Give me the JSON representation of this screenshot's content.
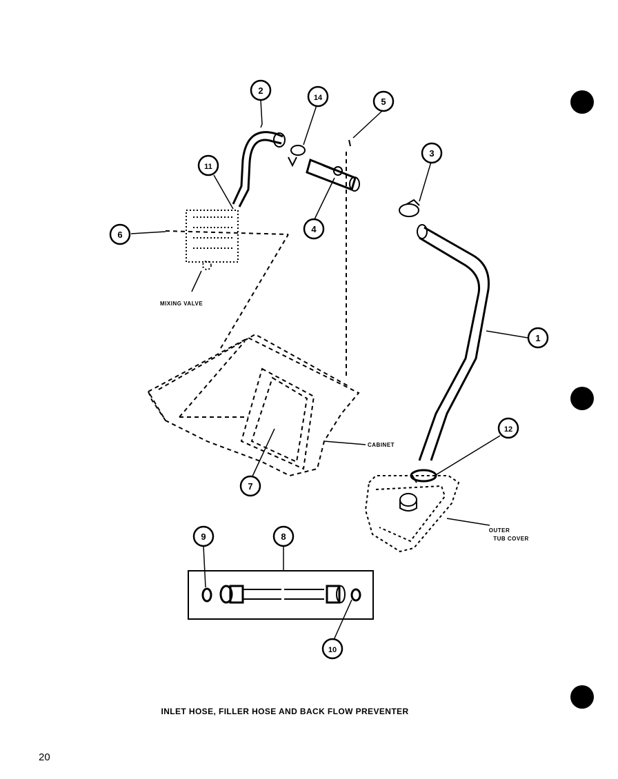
{
  "callouts": [
    "1",
    "2",
    "3",
    "4",
    "5",
    "6",
    "7",
    "8",
    "9",
    "10",
    "11",
    "12",
    "14"
  ],
  "labels": {
    "mixing_valve": "MIXING VALVE",
    "cabinet": "CABINET",
    "outer_tub_cover_line1": "OUTER",
    "outer_tub_cover_line2": "TUB COVER"
  },
  "title": "INLET HOSE, FILLER HOSE AND BACK FLOW PREVENTER",
  "page_number": "20"
}
